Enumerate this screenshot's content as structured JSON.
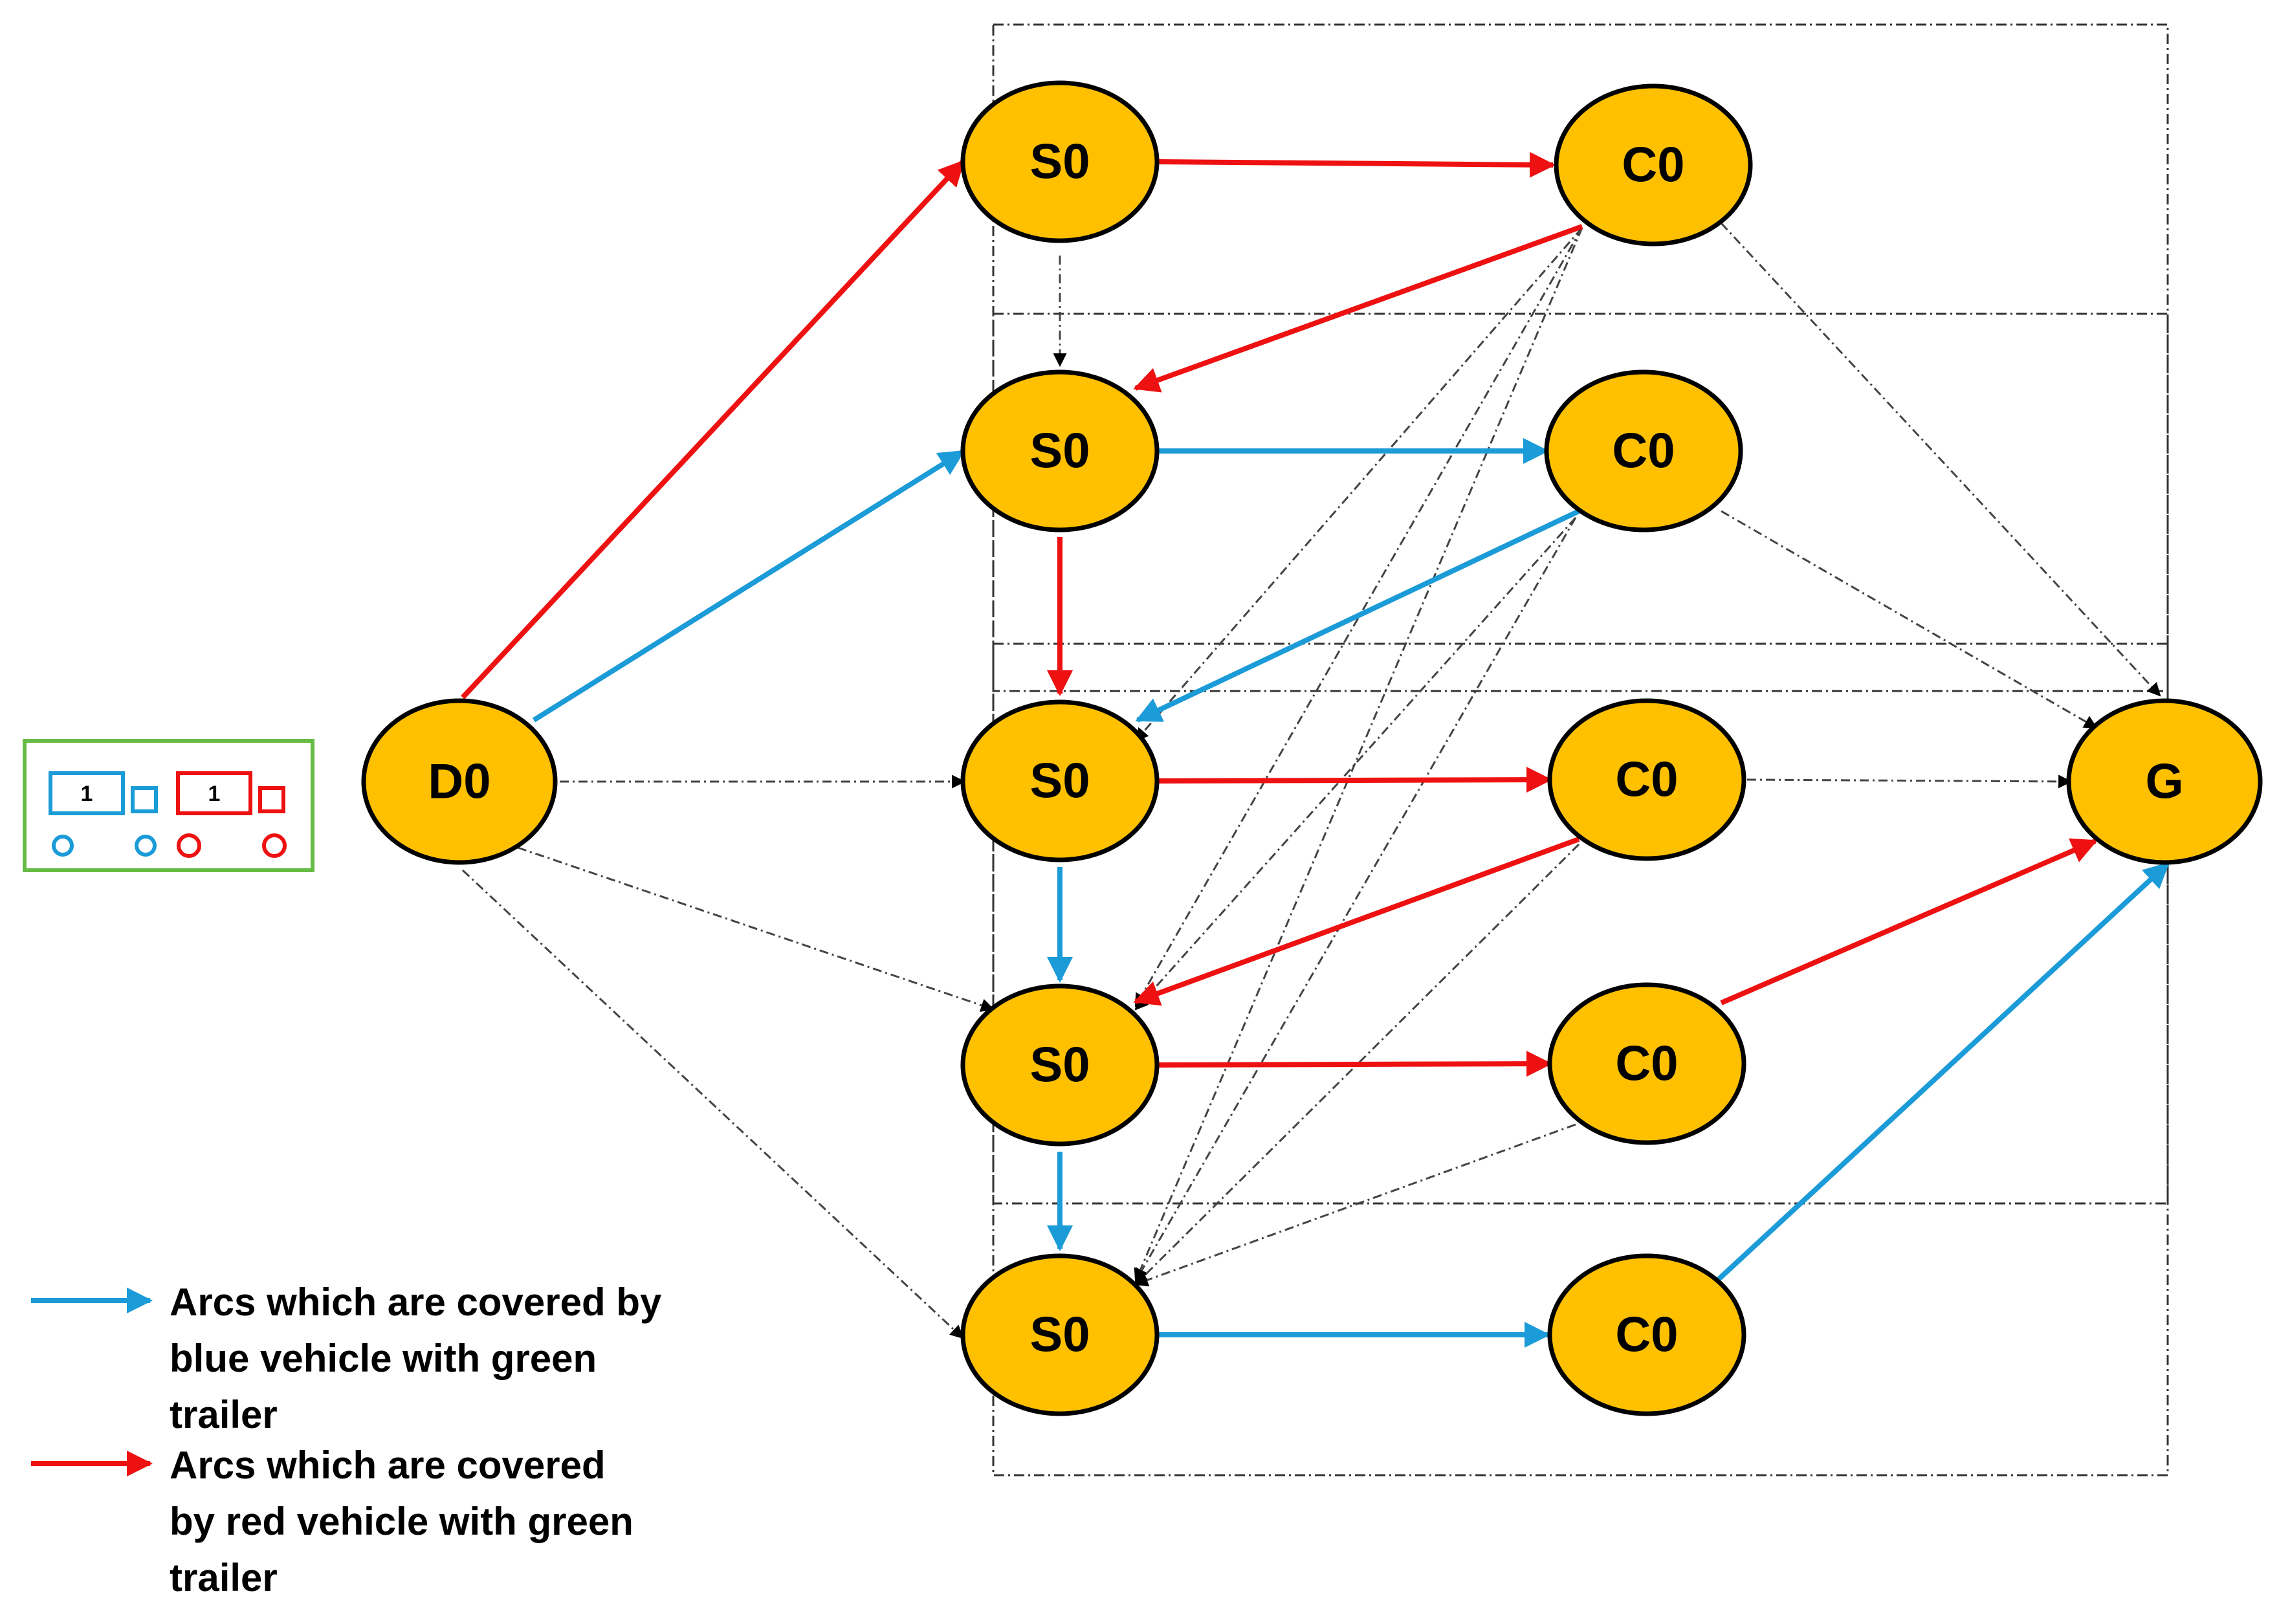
{
  "nodes": {
    "depot": "D0",
    "s_row1": "S0",
    "s_row2": "S0",
    "s_row3": "S0",
    "s_row4": "S0",
    "s_row5": "S0",
    "c_row1": "C0",
    "c_row2": "C0",
    "c_row3": "C0",
    "c_row4": "C0",
    "c_row5": "C0",
    "goal": "G"
  },
  "vehicle_icon": {
    "blue_truck_number": "1",
    "red_truck_number": "1"
  },
  "legend": {
    "blue_line1": "Arcs which are covered by",
    "blue_line2": "blue vehicle with green",
    "blue_line3": "trailer",
    "red_line1": "Arcs which are covered",
    "red_line2": "by red vehicle with green",
    "red_line3": "trailer"
  },
  "colors": {
    "node_fill": "#FFC000",
    "blue_arc": "#1B9BD7",
    "red_arc": "#EE1111",
    "dashed_arc": "#333333",
    "icon_border": "#66BB44"
  }
}
